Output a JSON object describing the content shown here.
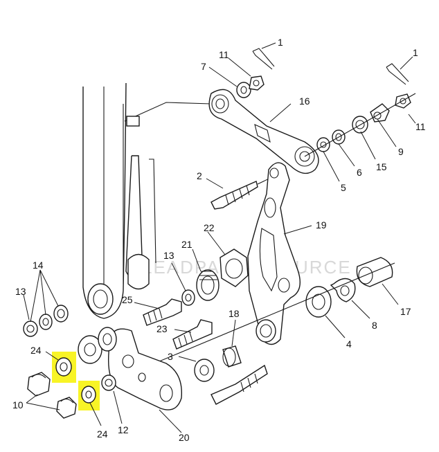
{
  "watermark": "LEADPARTS SOURCE",
  "highlight_color": "#f7f200",
  "callouts": [
    {
      "id": "c1a",
      "text": "1"
    },
    {
      "id": "c1b",
      "text": "1"
    },
    {
      "id": "c2",
      "text": "2"
    },
    {
      "id": "c3",
      "text": "3"
    },
    {
      "id": "c4",
      "text": "4"
    },
    {
      "id": "c5",
      "text": "5"
    },
    {
      "id": "c6",
      "text": "6"
    },
    {
      "id": "c7",
      "text": "7"
    },
    {
      "id": "c8",
      "text": "8"
    },
    {
      "id": "c9",
      "text": "9"
    },
    {
      "id": "c10",
      "text": "10"
    },
    {
      "id": "c11a",
      "text": "11"
    },
    {
      "id": "c11b",
      "text": "11"
    },
    {
      "id": "c12",
      "text": "12"
    },
    {
      "id": "c13a",
      "text": "13"
    },
    {
      "id": "c13b",
      "text": "13"
    },
    {
      "id": "c14",
      "text": "14"
    },
    {
      "id": "c15",
      "text": "15"
    },
    {
      "id": "c16",
      "text": "16"
    },
    {
      "id": "c17",
      "text": "17"
    },
    {
      "id": "c18",
      "text": "18"
    },
    {
      "id": "c19",
      "text": "19"
    },
    {
      "id": "c20",
      "text": "20"
    },
    {
      "id": "c21",
      "text": "21"
    },
    {
      "id": "c22",
      "text": "22"
    },
    {
      "id": "c23",
      "text": "23"
    },
    {
      "id": "c24a",
      "text": "24"
    },
    {
      "id": "c24b",
      "text": "24"
    },
    {
      "id": "c25",
      "text": "25"
    }
  ]
}
